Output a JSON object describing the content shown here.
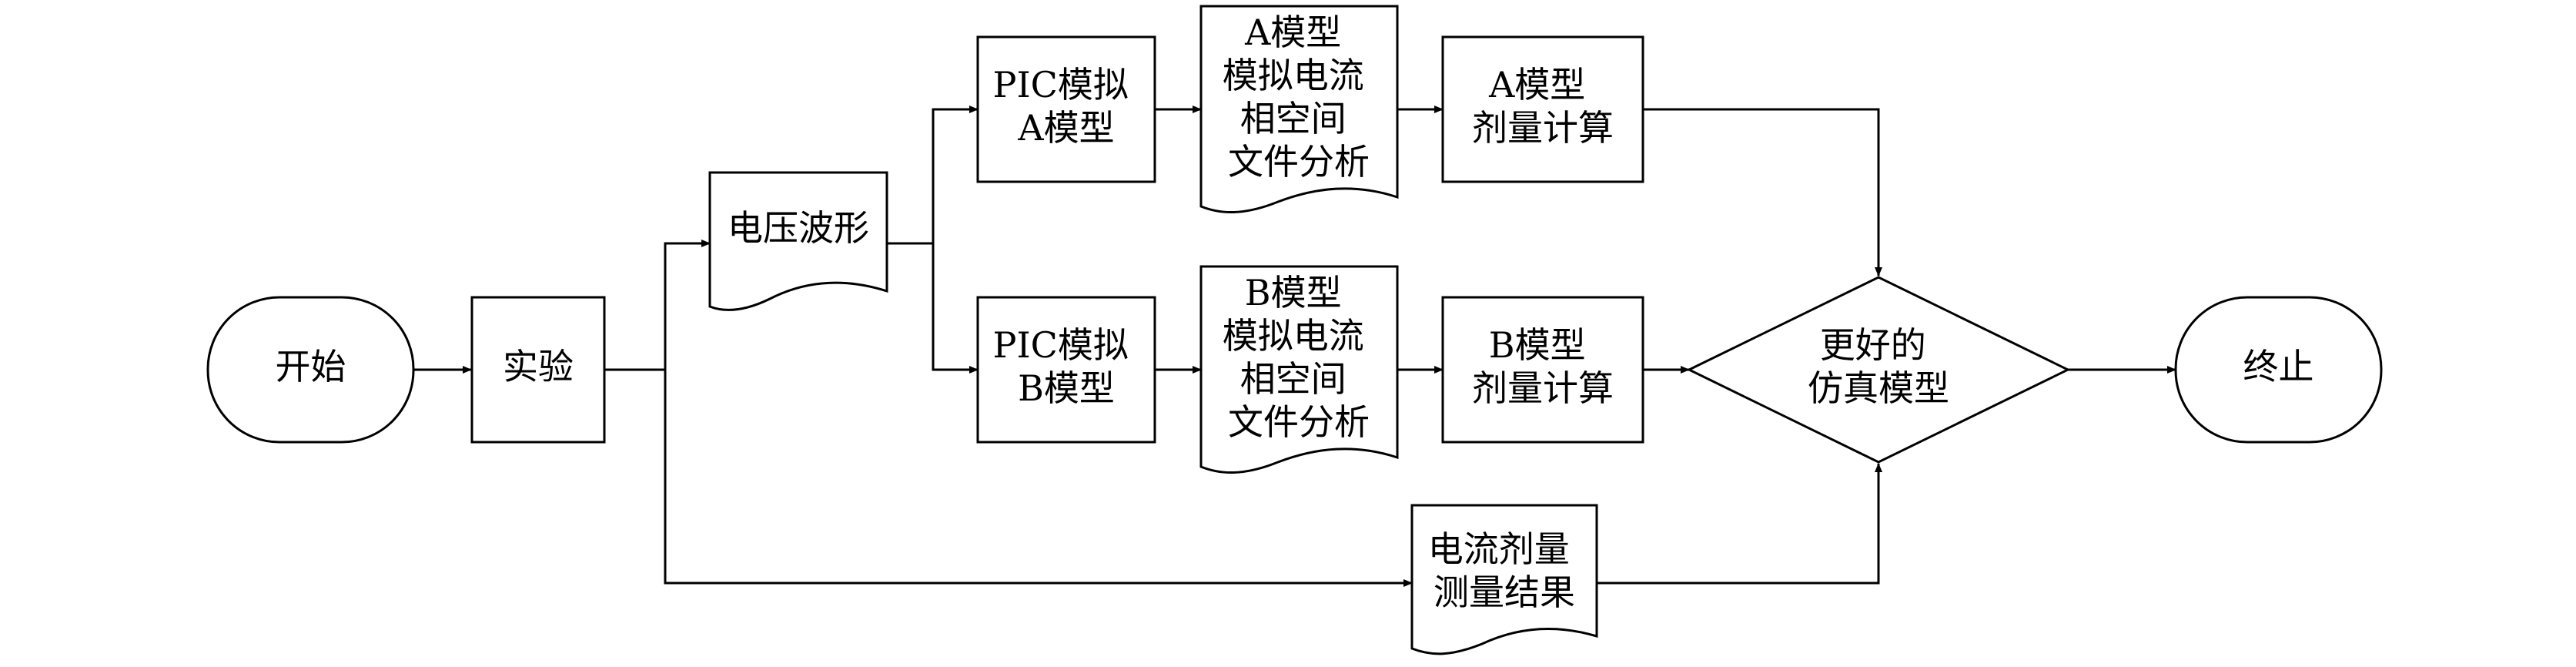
{
  "diagram": {
    "nodes": {
      "start": {
        "lines": [
          "开始"
        ]
      },
      "experiment": {
        "lines": [
          "实验"
        ]
      },
      "voltage_waveform": {
        "lines": [
          "电压波形"
        ]
      },
      "pic_a": {
        "lines": [
          "PIC模拟",
          "A模型"
        ]
      },
      "pic_b": {
        "lines": [
          "PIC模拟",
          "B模型"
        ]
      },
      "file_a": {
        "lines": [
          "A模型",
          "模拟电流",
          "相空间",
          "文件分析"
        ]
      },
      "file_b": {
        "lines": [
          "B模型",
          "模拟电流",
          "相空间",
          "文件分析"
        ]
      },
      "dose_a": {
        "lines": [
          "A模型",
          "剂量计算"
        ]
      },
      "dose_b": {
        "lines": [
          "B模型",
          "剂量计算"
        ]
      },
      "measure": {
        "lines": [
          "电流剂量",
          "测量结果"
        ]
      },
      "decision": {
        "lines": [
          "更好的",
          "仿真模型"
        ]
      },
      "end": {
        "lines": [
          "终止"
        ]
      }
    }
  }
}
